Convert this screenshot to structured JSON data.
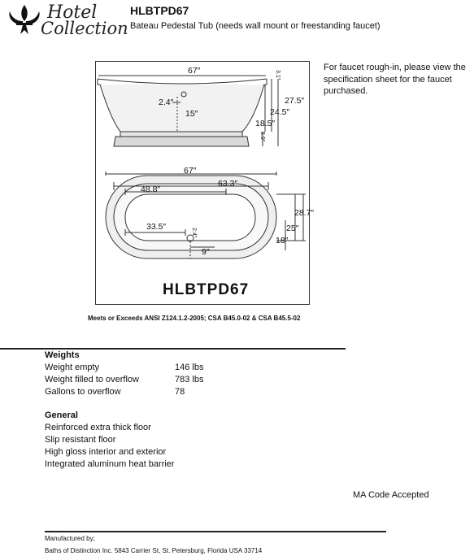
{
  "header": {
    "logo_line1": "Hotel",
    "logo_line2": "Collection",
    "model": "HLBTPD67",
    "subtitle": "Bateau Pedestal Tub (needs wall mount or freestanding faucet)"
  },
  "drawing": {
    "side": {
      "length": "67″",
      "rim": "3.1″",
      "drain_dia": "2.4″",
      "depth_inside": "15″",
      "height": "27.5″",
      "height_at_rim_low": "24.5″",
      "height_to_base": "18.5″",
      "base_height": "5.9″"
    },
    "top": {
      "length": "67″",
      "inner_length": "63.3″",
      "bottom_length": "48.8″",
      "drain_offset": "33.5″",
      "drain_dia": "2.4″",
      "width": "28.7″",
      "inner_width": "25″",
      "bottom_width": "18″",
      "drain_from_side": "9″"
    },
    "model_label": "HLBTPD67"
  },
  "faucet_note": "For faucet rough-in, please view the specification sheet for the faucet purchased.",
  "standards": "Meets or Exceeds ANSI Z124.1.2-2005; CSA B45.0-02 & CSA B45.5-02",
  "weights": {
    "title": "Weights",
    "rows": [
      {
        "label": "Weight empty",
        "value": "146 lbs"
      },
      {
        "label": "Weight filled to overflow",
        "value": "783 lbs"
      },
      {
        "label": "Gallons to overflow",
        "value": "78"
      }
    ]
  },
  "general": {
    "title": "General",
    "items": [
      "Reinforced extra thick floor",
      "Slip resistant floor",
      "High gloss interior and exterior",
      "Integrated aluminum heat barrier"
    ]
  },
  "ma_code": "MA Code Accepted",
  "footer": {
    "label": "Manufactured by;",
    "address": "Baths of Distinction Inc. 5843 Carrier St, St. Petersburg, Florida USA 33714"
  }
}
